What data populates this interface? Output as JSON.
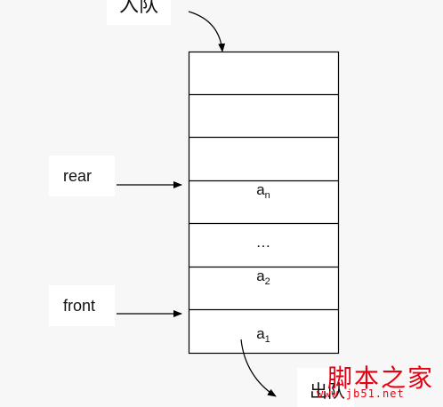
{
  "labels": {
    "enqueue": "入队",
    "dequeue": "出队",
    "rear": "rear",
    "front": "front"
  },
  "queue": {
    "cells": [
      {
        "base": "",
        "sub": ""
      },
      {
        "base": "",
        "sub": ""
      },
      {
        "base": "",
        "sub": ""
      },
      {
        "base": "a",
        "sub": "n"
      },
      {
        "base": "…",
        "sub": ""
      },
      {
        "base": "a",
        "sub": "2"
      },
      {
        "base": "a",
        "sub": "1"
      }
    ]
  },
  "watermark": {
    "chinese": "脚本之家",
    "url": "www.jb51.net"
  },
  "colors": {
    "line": "#000000",
    "watermark": "#e60012"
  }
}
